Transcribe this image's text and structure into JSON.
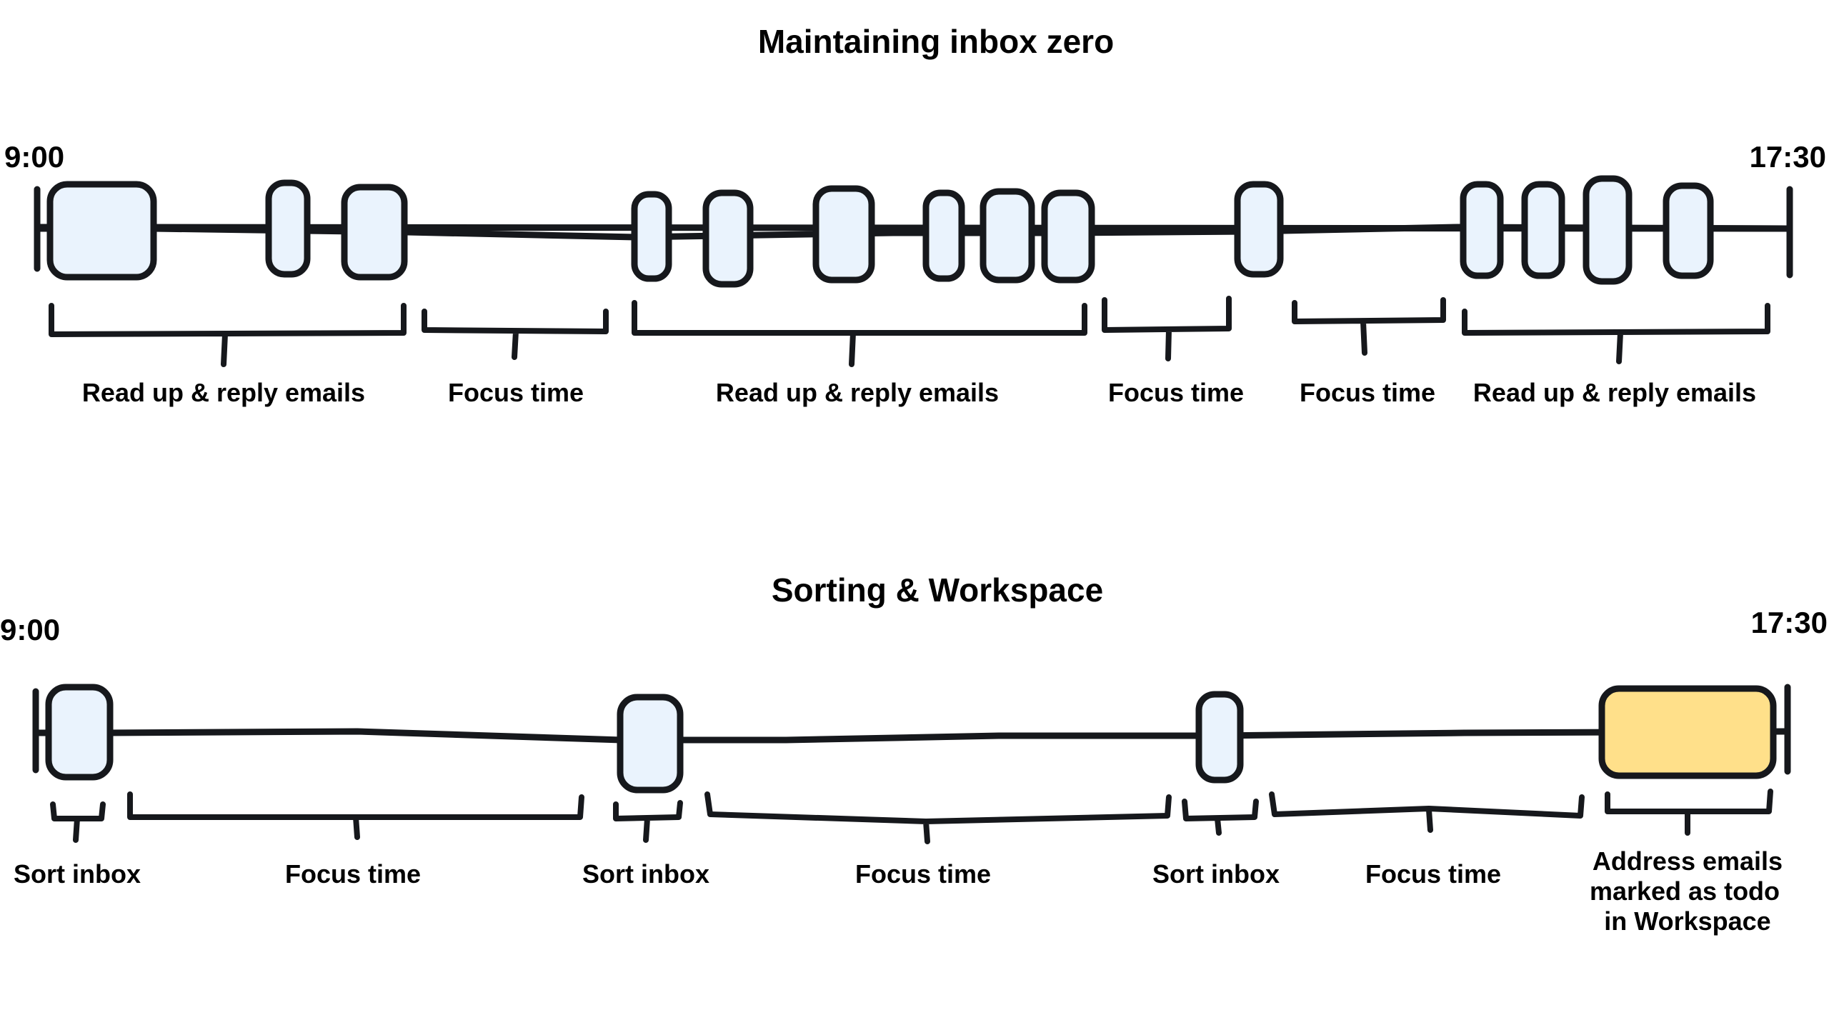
{
  "timelines": [
    {
      "title": "Maintaining inbox zero",
      "start_label": "9:00",
      "end_label": "17:30",
      "segments": [
        {
          "label": "Read up & reply emails"
        },
        {
          "label": "Focus time"
        },
        {
          "label": "Read up & reply emails"
        },
        {
          "label": "Focus time"
        },
        {
          "label": "Focus time"
        },
        {
          "label": "Read up & reply emails"
        }
      ]
    },
    {
      "title": "Sorting & Workspace",
      "start_label": "9:00",
      "end_label": "17:30",
      "segments": [
        {
          "label": "Sort inbox"
        },
        {
          "label": "Focus time"
        },
        {
          "label": "Sort inbox"
        },
        {
          "label": "Focus time"
        },
        {
          "label": "Sort inbox"
        },
        {
          "label": "Focus time"
        },
        {
          "label_lines": [
            "Address emails",
            "marked as todo",
            "in Workspace"
          ]
        }
      ]
    }
  ],
  "colors": {
    "stroke": "#16181c",
    "block_fill": "#eaf3fd",
    "highlight_fill": "#ffe08a"
  }
}
